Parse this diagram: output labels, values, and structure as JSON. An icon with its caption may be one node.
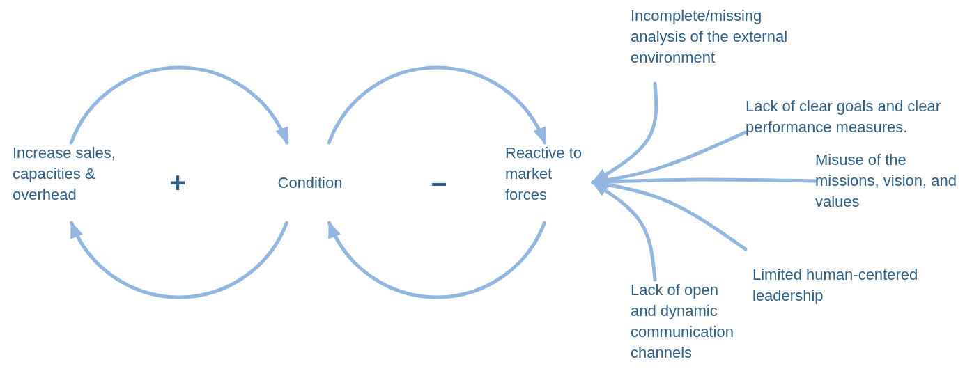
{
  "diagram": {
    "nodes": [
      {
        "text": [
          "Increase sales, capacities & overhead"
        ]
      },
      {
        "text": [
          "Condition"
        ]
      },
      {
        "text": [
          "Reactive to market forces"
        ]
      },
      {
        "text": [
          "Incomplete/missing analysis of the external environment"
        ]
      },
      {
        "text": [
          "Lack of clear goals and clear performance measures."
        ]
      },
      {
        "text": [
          "Misuse of the missions, vision, and values"
        ]
      },
      {
        "text": [
          "Limited human-centered leadership"
        ]
      },
      {
        "text": [
          "Lack of open and dynamic communication channels"
        ]
      }
    ],
    "edges": [
      {
        "from": 0,
        "to": 1,
        "arrow": "to"
      },
      {
        "from": 1,
        "to": 0,
        "arrow": "to"
      },
      {
        "from": 1,
        "to": 2,
        "arrow": "to"
      },
      {
        "from": 2,
        "to": 1,
        "arrow": "to"
      },
      {
        "from": 3,
        "to": 2,
        "arrow": "to"
      },
      {
        "from": 4,
        "to": 2,
        "arrow": "to"
      },
      {
        "from": 5,
        "to": 2,
        "arrow": "to"
      },
      {
        "from": 6,
        "to": 2,
        "arrow": "to"
      },
      {
        "from": 7,
        "to": 2,
        "arrow": "to"
      }
    ],
    "labels": [
      "+",
      "–"
    ]
  }
}
